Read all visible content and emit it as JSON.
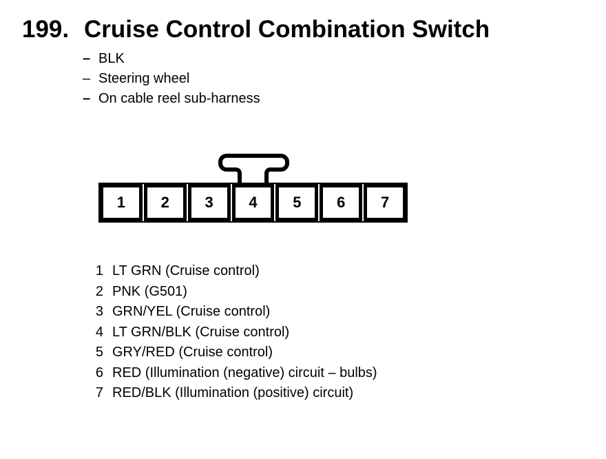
{
  "page": {
    "background": "#ffffff",
    "ink": "#000000"
  },
  "heading": {
    "number": "199.",
    "title": "Cruise Control Combination Switch"
  },
  "notes": [
    {
      "dash": "–",
      "text": "BLK"
    },
    {
      "dash": "–",
      "text": "Steering wheel"
    },
    {
      "dash": "–",
      "text": "On cable reel sub-harness"
    }
  ],
  "connector": {
    "cavity_numbers": [
      "1",
      "2",
      "3",
      "4",
      "5",
      "6",
      "7"
    ]
  },
  "pin_list": [
    {
      "pin": "1",
      "label": "LT GRN (Cruise control)"
    },
    {
      "pin": "2",
      "label": "PNK (G501)"
    },
    {
      "pin": "3",
      "label": "GRN/YEL (Cruise control)"
    },
    {
      "pin": "4",
      "label": "LT GRN/BLK (Cruise control)"
    },
    {
      "pin": "5",
      "label": "GRY/RED (Cruise control)"
    },
    {
      "pin": "6",
      "label": "RED (Illumination (negative) circuit – bulbs)"
    },
    {
      "pin": "7",
      "label": "RED/BLK (Illumination (positive) circuit)"
    }
  ]
}
